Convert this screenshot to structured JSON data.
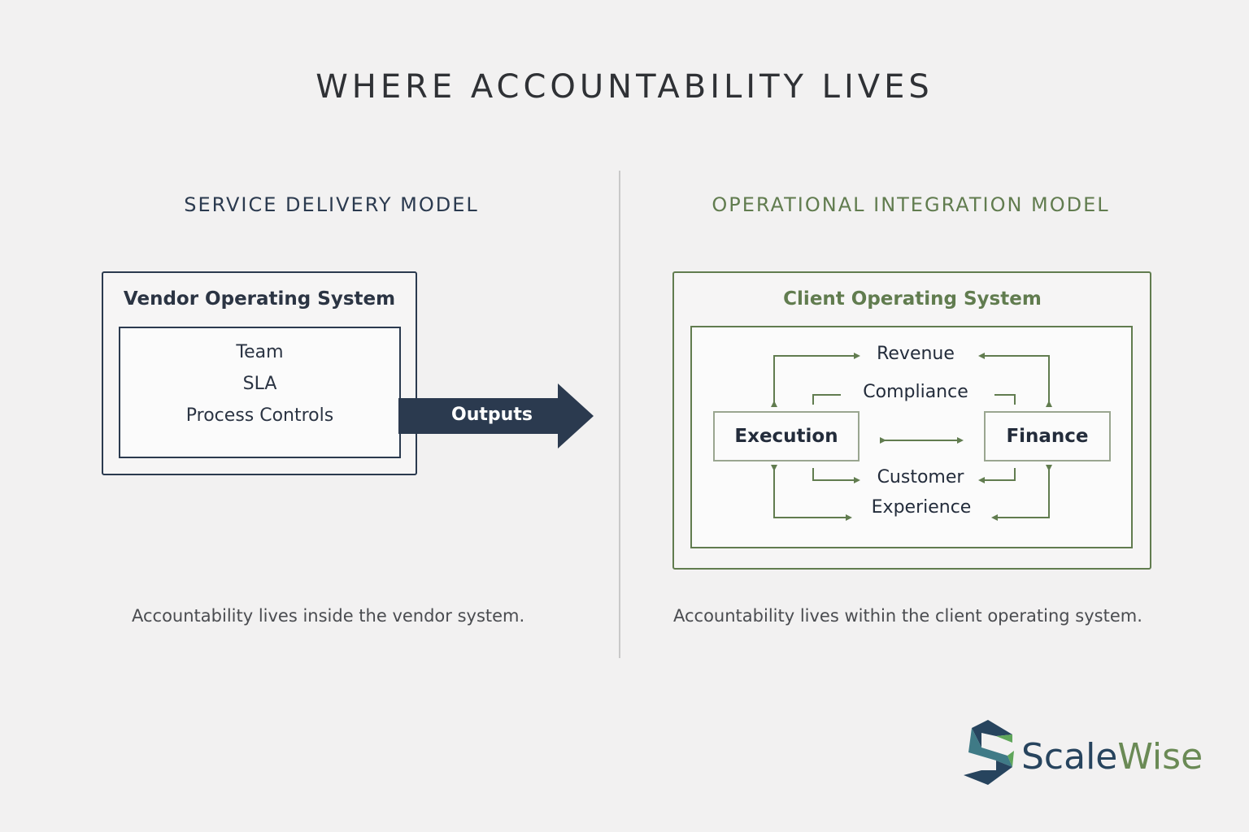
{
  "title": "WHERE ACCOUNTABILITY LIVES",
  "left": {
    "heading": "SERVICE DELIVERY MODEL",
    "box_title": "Vendor Operating System",
    "items": [
      "Team",
      "SLA",
      "Process Controls"
    ],
    "arrow_label": "Outputs",
    "caption": "Accountability lives inside the vendor system."
  },
  "right": {
    "heading": "OPERATIONAL INTEGRATION MODEL",
    "box_title": "Client Operating System",
    "nodes": {
      "execution": "Execution",
      "finance": "Finance"
    },
    "labels": {
      "revenue": "Revenue",
      "compliance": "Compliance",
      "customer": "Customer",
      "experience": "Experience"
    },
    "caption": "Accountability lives within the client operating system."
  },
  "logo": {
    "part1": "Scale",
    "part2": "Wise"
  },
  "colors": {
    "navy": "#2b3a4f",
    "green": "#617c4f",
    "background": "#f2f1f1"
  }
}
